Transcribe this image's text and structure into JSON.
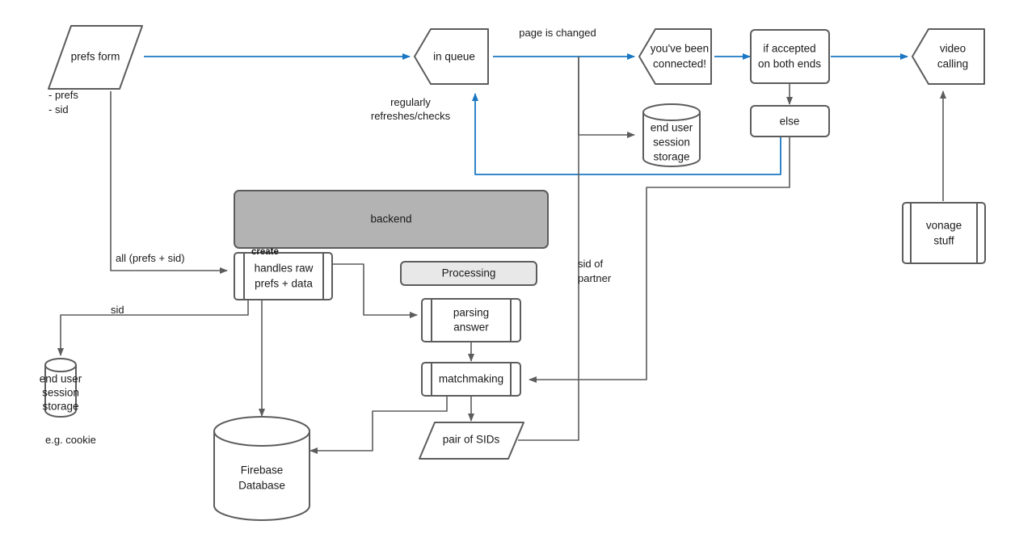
{
  "diagram": {
    "title": "matchmaking video call flow",
    "colors": {
      "flow_blue": "#1b77c2",
      "node_stroke": "#5c5c5c",
      "backend_fill": "#b3b3b3",
      "processing_fill": "#e8e8e8",
      "canvas": "#ffffff"
    },
    "nodes": {
      "prefs_form": {
        "label": "prefs form",
        "shape": "parallelogram"
      },
      "in_queue": {
        "label": "in queue",
        "shape": "hexagon"
      },
      "youve_been_connected": {
        "label": "you've been connected!",
        "line1": "you've been",
        "line2": "connected!",
        "shape": "hexagon"
      },
      "if_accepted": {
        "label": "if accepted on both ends",
        "line1": "if accepted",
        "line2": "on both ends",
        "shape": "rectangle"
      },
      "else_box": {
        "label": "else",
        "shape": "rectangle"
      },
      "video_calling": {
        "label": "video calling",
        "line1": "video",
        "line2": "calling",
        "shape": "hexagon"
      },
      "vonage_stuff": {
        "label": "vonage stuff",
        "line1": "vonage",
        "line2": "stuff",
        "shape": "predefined-process"
      },
      "end_user_session_storage_top": {
        "label": "end user session storage",
        "line1": "end user",
        "line2": "session",
        "line3": "storage",
        "shape": "cylinder"
      },
      "backend": {
        "label": "backend",
        "shape": "rectangle-filled"
      },
      "handles_raw": {
        "label": "handles raw prefs + data",
        "line1": "handles raw",
        "line2": "prefs + data",
        "shape": "predefined-process"
      },
      "processing": {
        "label": "Processing",
        "shape": "rounded-rectangle"
      },
      "parsing_answer": {
        "label": "parsing answer",
        "line1": "parsing",
        "line2": "answer",
        "shape": "predefined-process"
      },
      "matchmaking": {
        "label": "matchmaking",
        "shape": "predefined-process"
      },
      "pair_of_sids": {
        "label": "pair of SIDs",
        "shape": "parallelogram"
      },
      "end_user_session_storage_left": {
        "label": "end user session storage",
        "line1": "end user",
        "line2": "session",
        "line3": "storage",
        "shape": "cylinder"
      },
      "firebase_database": {
        "label": "Firebase Database",
        "line1": "Firebase",
        "line2": "Database",
        "shape": "cylinder"
      }
    },
    "labels": {
      "prefs_sid_note_line1": "- prefs",
      "prefs_sid_note_line2": "- sid",
      "page_is_changed": "page is changed",
      "regularly_line1": "regularly",
      "regularly_line2": "refreshes/checks",
      "all_prefs_sid": "all (prefs + sid)",
      "sid": "sid",
      "create": "create",
      "sid_of_partner_line1": "sid of",
      "sid_of_partner_line2": "partner",
      "eg_cookie": "e.g. cookie"
    }
  }
}
